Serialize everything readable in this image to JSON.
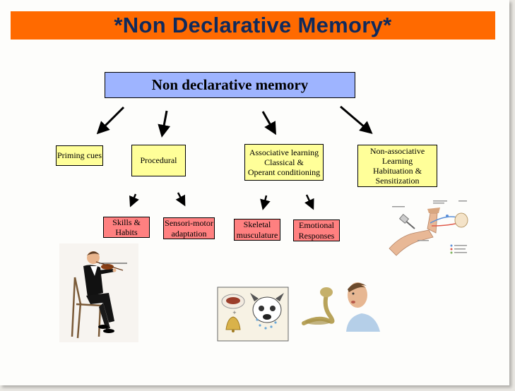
{
  "title": "*Non Declarative Memory*",
  "root": {
    "label": "Non declarative memory"
  },
  "level1": [
    {
      "id": "priming",
      "label": "Priming cues"
    },
    {
      "id": "procedural",
      "label": "Procedural"
    },
    {
      "id": "associative",
      "lines": [
        "Associative learning",
        "Classical &",
        "Operant conditioning"
      ]
    },
    {
      "id": "nonassociative",
      "lines": [
        "Non-associative",
        "Learning",
        "Habituation &",
        "Sensitization"
      ]
    }
  ],
  "level2": [
    {
      "id": "skills",
      "lines": [
        "Skills &",
        "Habits"
      ]
    },
    {
      "id": "sensorimotor",
      "lines": [
        "Sensori-motor",
        "adaptation"
      ]
    },
    {
      "id": "skeletal",
      "lines": [
        "Skeletal",
        "musculature"
      ]
    },
    {
      "id": "emotional",
      "lines": [
        "Emotional",
        "Responses"
      ]
    }
  ],
  "colors": {
    "title_bar": "#ff6a00",
    "title_text": "#0f2a5c",
    "root_box": "#9eb4ff",
    "level1_box": "#ffff99",
    "level2_box": "#ff8080"
  },
  "images": {
    "violinist": "violinist-illustration",
    "conditioning": "conditioning-illustration",
    "snake_fear": "snake-fear-illustration",
    "reflex": "knee-reflex-diagram"
  }
}
